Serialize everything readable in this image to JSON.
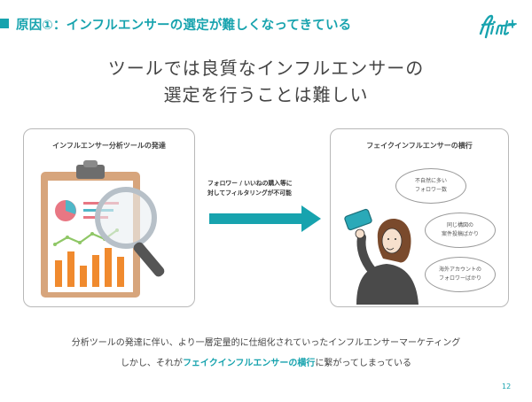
{
  "header": {
    "title": "原因①：インフルエンサーの選定が難しくなってきている",
    "logo_text": "fint",
    "accent_color": "#17a3ae"
  },
  "headline": {
    "line1": "ツールでは良質なインフルエンサーの",
    "line2": "選定を行うことは難しい"
  },
  "left_panel": {
    "title": "インフルエンサー分析ツールの発達",
    "illustration": "clipboard-chart-magnifier-icon"
  },
  "arrow": {
    "label_line1": "フォロワー / いいねの購入等に",
    "label_line2": "対してフィルタリングが不可能"
  },
  "right_panel": {
    "title": "フェイクインフルエンサーの横行",
    "illustration": "selfie-woman-icon",
    "bubbles": [
      "不自然に多い\nフォロワー数",
      "同じ構図の\n案件投稿ばかり",
      "海外アカウントの\nフォロワーばかり"
    ]
  },
  "body": {
    "line1": "分析ツールの発達に伴い、より一層定量的に仕組化されていったインフルエンサーマーケティング",
    "line2_before": "しかし、それが",
    "line2_highlight": "フェイクインフルエンサーの横行",
    "line2_after": "に繋がってしまっている"
  },
  "page_number": "12"
}
